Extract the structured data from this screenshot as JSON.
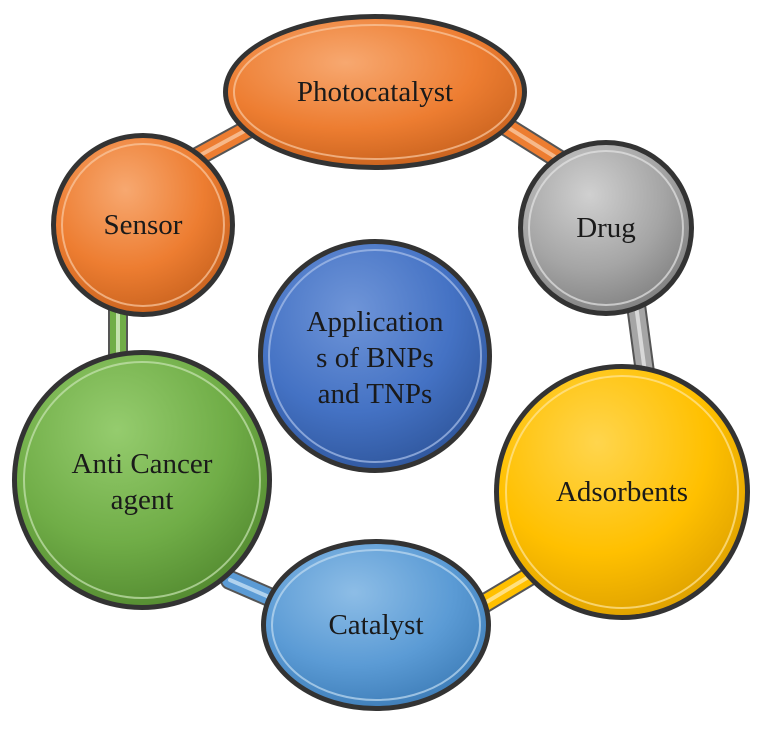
{
  "center": {
    "line1": "Application",
    "line2": "s of BNPs",
    "line3": "and TNPs"
  },
  "nodes": {
    "photocatalyst": "Photocatalyst",
    "drug": "Drug",
    "adsorbents": "Adsorbents",
    "catalyst": "Catalyst",
    "anticancer_line1": "Anti Cancer",
    "anticancer_line2": "agent",
    "sensor": "Sensor"
  },
  "colors": {
    "photocatalyst": "#ED7D31",
    "drug": "#A5A5A5",
    "adsorbents": "#FFC000",
    "catalyst": "#5B9BD5",
    "anticancer": "#70AD47",
    "sensor": "#ED7D31",
    "center": "#4472C4"
  }
}
